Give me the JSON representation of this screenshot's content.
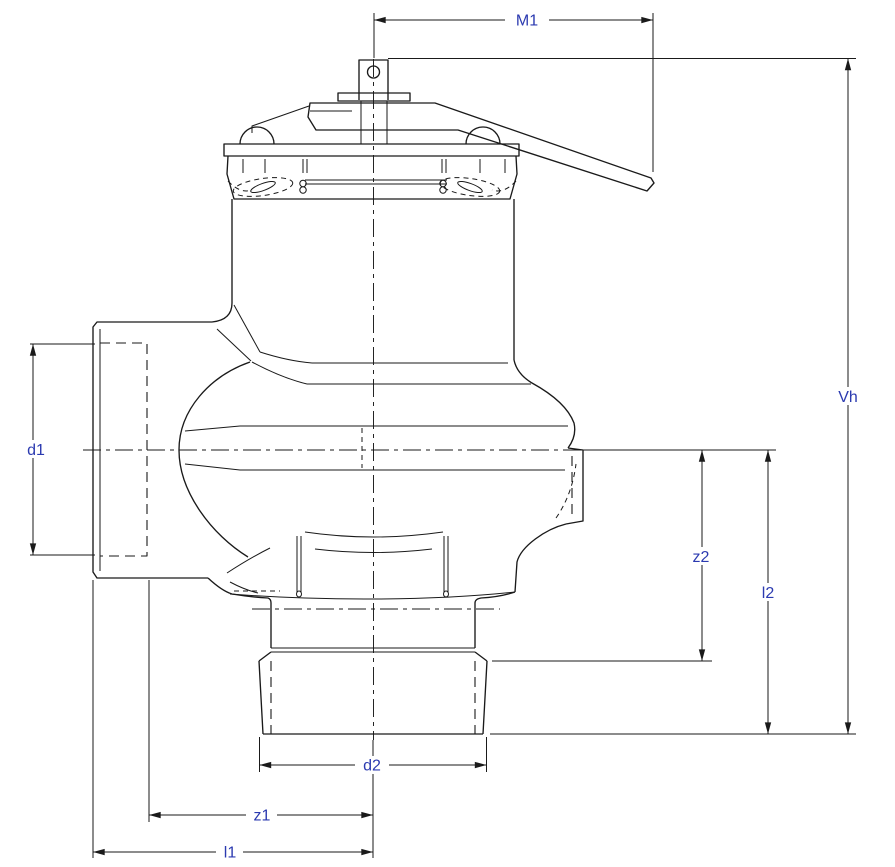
{
  "drawing": {
    "colors": {
      "line": "#1a1a1a",
      "label": "#2b3ab0",
      "background": "#ffffff"
    },
    "labels": {
      "m1": "M1",
      "vh": "Vh",
      "d1": "d1",
      "z2": "z2",
      "l2": "l2",
      "d2": "d2",
      "z1": "z1",
      "l1": "l1"
    }
  }
}
